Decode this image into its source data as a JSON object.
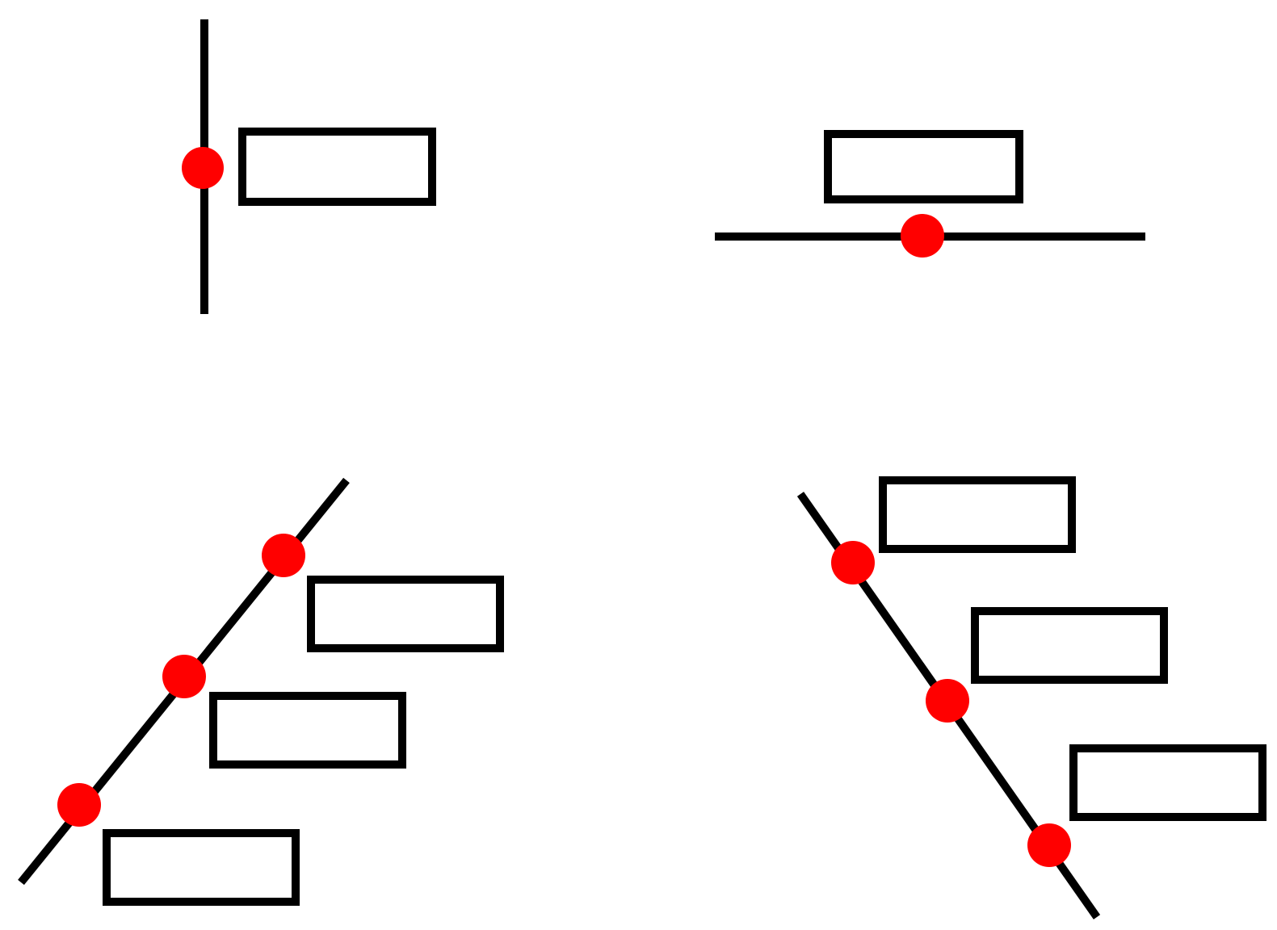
{
  "colors": {
    "background": "#ffffff",
    "line": "#000000",
    "box_stroke": "#000000",
    "box_fill": "#ffffff",
    "anchor_point": "#ff0000"
  },
  "panels": [
    {
      "id": "vertical-line",
      "line_orientation": "vertical",
      "anchor_count": 1,
      "label_box_count": 1
    },
    {
      "id": "horizontal-line",
      "line_orientation": "horizontal",
      "anchor_count": 1,
      "label_box_count": 1
    },
    {
      "id": "ascending-diagonal-line",
      "line_orientation": "ascending",
      "anchor_count": 3,
      "label_box_count": 3
    },
    {
      "id": "descending-diagonal-line",
      "line_orientation": "descending",
      "anchor_count": 3,
      "label_box_count": 3
    }
  ]
}
